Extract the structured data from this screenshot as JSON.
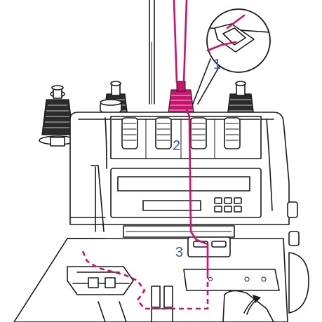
{
  "colors": {
    "thread": "#c8146e",
    "step_number": "#3b56b8",
    "line": "#1a1a1a"
  },
  "steps": [
    {
      "number": "1"
    },
    {
      "number": "2"
    },
    {
      "number": "3"
    }
  ]
}
